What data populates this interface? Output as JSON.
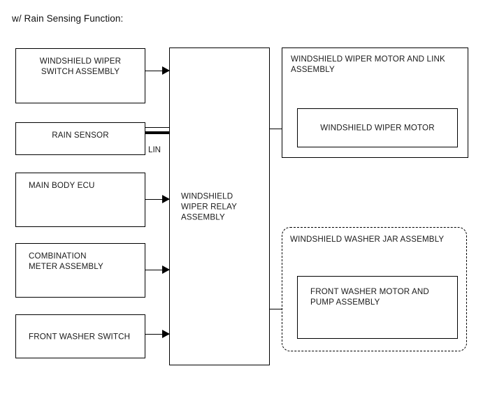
{
  "heading": "w/ Rain Sensing Function:",
  "inputs": [
    {
      "id": "windshield-wiper-switch-assembly",
      "label": "WINDSHIELD WIPER\nSWITCH ASSEMBLY",
      "connection": "arrow"
    },
    {
      "id": "rain-sensor",
      "label": "RAIN SENSOR",
      "connection": "lin-bus"
    },
    {
      "id": "main-body-ecu",
      "label": "MAIN BODY ECU",
      "connection": "arrow"
    },
    {
      "id": "combination-meter-assembly",
      "label": "COMBINATION\nMETER ASSEMBLY",
      "connection": "arrow"
    },
    {
      "id": "front-washer-switch",
      "label": "FRONT WASHER SWITCH",
      "connection": "arrow"
    }
  ],
  "bus": {
    "label": "LIN",
    "type": "lin-bus"
  },
  "controller": {
    "id": "windshield-wiper-relay-assembly",
    "label": "WINDSHIELD\nWIPER RELAY\nASSEMBLY"
  },
  "outputs": [
    {
      "id": "windshield-wiper-motor-and-link-assembly",
      "label": "WINDSHIELD WIPER MOTOR AND LINK\nASSEMBLY",
      "style": "solid",
      "child": {
        "id": "windshield-wiper-motor",
        "label": "WINDSHIELD WIPER MOTOR"
      }
    },
    {
      "id": "windshield-washer-jar-assembly",
      "label": "WINDSHIELD WASHER JAR ASSEMBLY",
      "style": "dashed",
      "child": {
        "id": "front-washer-motor-and-pump-assembly",
        "label": "FRONT WASHER MOTOR AND\nPUMP ASSEMBLY"
      }
    }
  ],
  "colors": {
    "line": "#000000",
    "text": "#1a1a1a",
    "background": "#ffffff"
  }
}
